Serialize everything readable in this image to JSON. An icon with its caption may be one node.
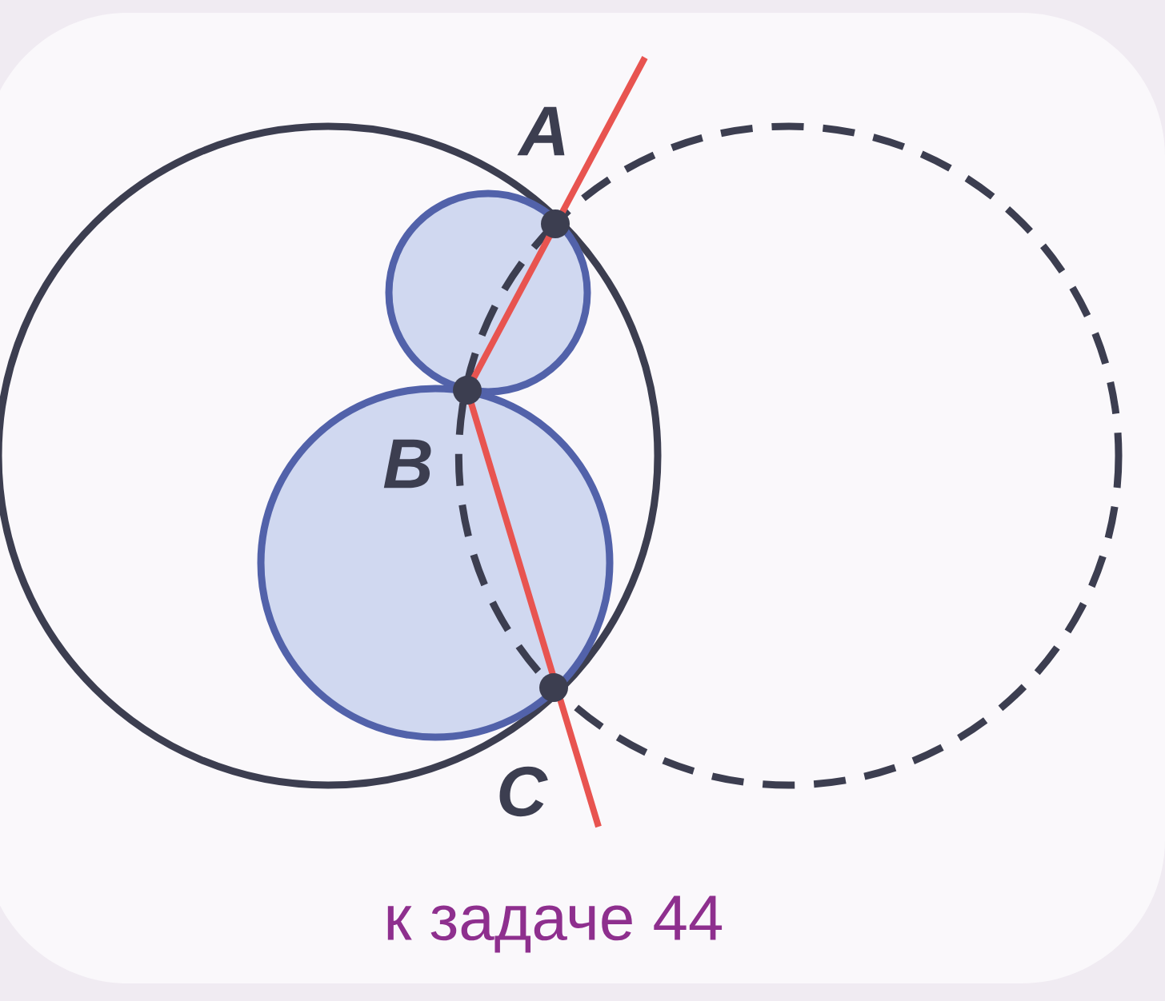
{
  "diagram": {
    "caption": "к задаче 44",
    "labels": [
      "A",
      "B",
      "C"
    ]
  }
}
